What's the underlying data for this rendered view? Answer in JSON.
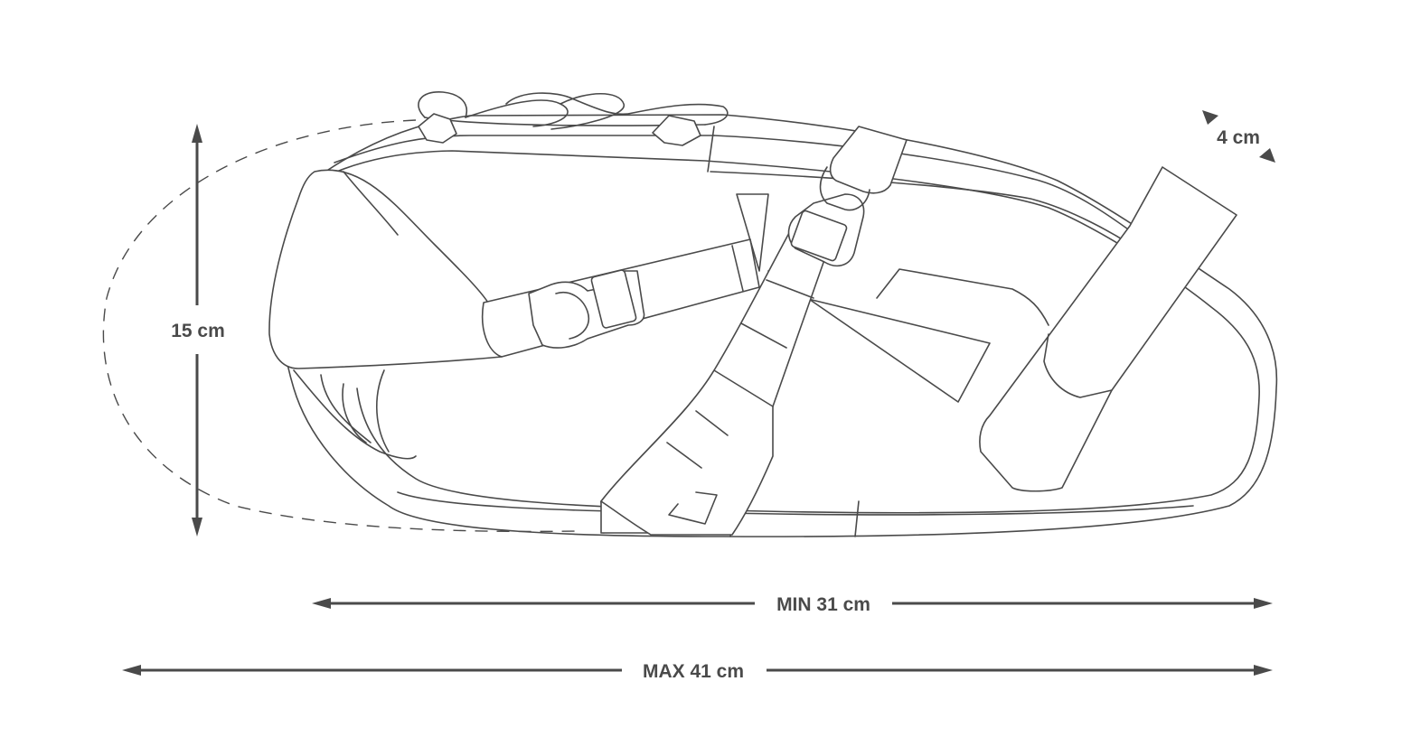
{
  "dimensions": {
    "height_label": "15 cm",
    "depth_label": "4 cm",
    "min_length_label": "MIN 31 cm",
    "max_length_label": "MAX 41 cm"
  },
  "colors": {
    "line": "#4a4a4a",
    "background": "#ffffff"
  }
}
